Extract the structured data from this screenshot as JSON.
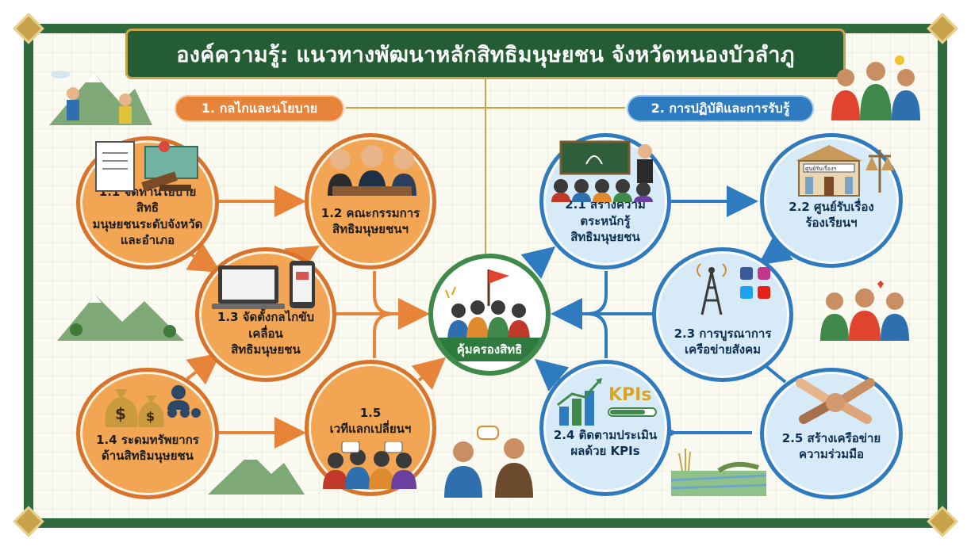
{
  "title": "องค์ความรู้: แนวทางพัฒนาหลักสิทธิมนุษยชน จังหวัดหนองบัวลำภู",
  "sections": {
    "left": "1. กลไกและนโยบาย",
    "right": "2. การปฏิบัติและการรับรู้"
  },
  "center": {
    "label": "คุ้มครองสิทธิ"
  },
  "nodes": {
    "n11": {
      "lines": [
        "1.1 จัดทำนโยบายสิทธิ",
        "มนุษยชนระดับจังหวัด",
        "และอำเภอ"
      ]
    },
    "n12": {
      "lines": [
        "1.2 คณะกรรมการ",
        "สิทธิมนุษยชนฯ"
      ]
    },
    "n13": {
      "lines": [
        "1.3 จัดตั้งกลไกขับเคลื่อน",
        "สิทธิมนุษยชน"
      ]
    },
    "n14": {
      "lines": [
        "1.4 ระดมทรัพยากร",
        "ด้านสิทธิมนุษยชน"
      ]
    },
    "n15": {
      "lines": [
        "1.5",
        "เวทีแลกเปลี่ยนฯ"
      ]
    },
    "n21": {
      "lines": [
        "2.1 สร้างความ",
        "ตระหนักรู้",
        "สิทธิมนุษยชน"
      ]
    },
    "n22": {
      "lines": [
        "2.2 ศูนย์รับเรื่อง",
        "ร้องเรียนฯ"
      ]
    },
    "n23": {
      "lines": [
        "2.3 การบูรณาการ",
        "เครือข่ายสังคม"
      ]
    },
    "n24": {
      "lines": [
        "2.4 ติดตามประเมิน",
        "ผลด้วย KPIs"
      ]
    },
    "n25": {
      "lines": [
        "2.5 สร้างเครือข่าย",
        "ความร่วมมือ"
      ]
    }
  },
  "icon_texts": {
    "kpi": "KPIs",
    "building_sign": "ศูนย์รับเรื่องฯ"
  },
  "colors": {
    "frame": "#2f6b3c",
    "title_bg": "#245c34",
    "orange": "#e8843a",
    "blue": "#2f7bbf",
    "center_green": "#2f7a3d"
  }
}
